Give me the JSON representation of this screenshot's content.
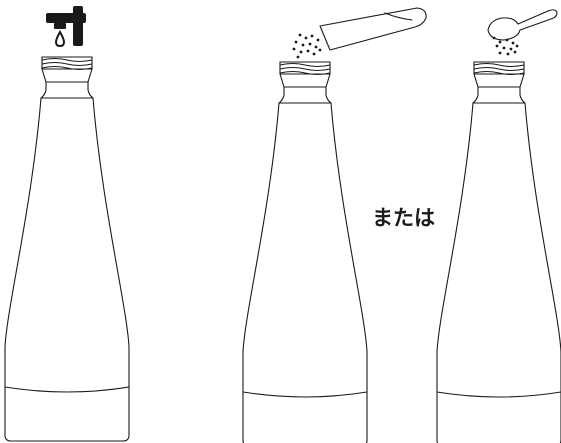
{
  "steps": [
    {
      "id": "water",
      "icon": "faucet-icon"
    },
    {
      "id": "powder-stick",
      "icon": "powder-stick-icon"
    },
    {
      "id": "powder-spoon",
      "icon": "measuring-spoon-icon"
    }
  ],
  "connector": {
    "or_label": "または"
  },
  "colors": {
    "ink": "#1a1a1a",
    "background": "#ffffff"
  }
}
